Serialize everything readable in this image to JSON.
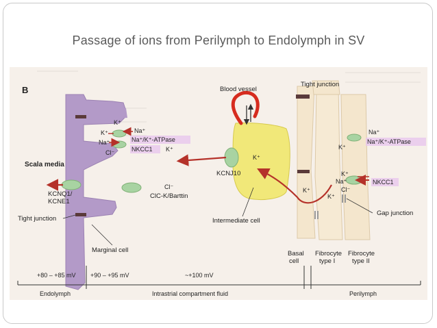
{
  "slide": {
    "title": "Passage of ions from Perilymph to Endolymph in SV"
  },
  "figure": {
    "panel_letter": "B",
    "labels": {
      "scala_media": "Scala media",
      "blood_vessel": "Blood vessel",
      "tight_junction_top": "Tight junction",
      "tight_junction_left": "Tight junction",
      "kcnq1_kcne1": [
        "KCNQ1/",
        "KCNE1"
      ],
      "kcnj10": "KCNJ10",
      "clc_barttin": "ClC-K/Barttin",
      "marginal_cell": "Marginal cell",
      "intermediate_cell": "Intermediate cell",
      "basal_cell": [
        "Basal",
        "cell"
      ],
      "fibrocyte_type1": [
        "Fibrocyte",
        "type I"
      ],
      "fibrocyte_type2": [
        "Fibrocyte",
        "type II"
      ],
      "gap_junction": "Gap junction"
    },
    "marginal_ions": {
      "k_top": "K⁺",
      "na": "Na⁺",
      "k_left": "K⁺",
      "na_k_atpase": "Na⁺/K⁺-ATPase",
      "na_left": "Na⁺",
      "nkcc1": "NKCC1",
      "k_right": "K⁺",
      "cl_left": "Cl⁻",
      "cl_right": "Cl⁻"
    },
    "intermediate_ions": {
      "k_inside": "K⁺",
      "k_basal": "K⁺",
      "k_fibro": "K⁺"
    },
    "fibrocyte_ions": {
      "na": "Na⁺",
      "na_k_atpase": "Na⁺/K⁺-ATPase",
      "k_upper": "K⁺",
      "k_lower": "K⁺",
      "na_lower": "Na⁺",
      "nkcc1": "NKCC1",
      "cl": "Cl⁻"
    },
    "potentials": {
      "endolymph": "+80 – +85 mV",
      "marginal": "+90 – +95 mV",
      "intrastrial": "~+100 mV"
    },
    "compartments": {
      "endolymph": "Endolymph",
      "intrastrial": "Intrastrial compartment fluid",
      "perilymph": "Perilymph"
    }
  },
  "colors": {
    "marginal_cell": "#b39ac8",
    "intermediate_cell": "#f1e879",
    "fibrocytes": "#f4e6cd",
    "transporter": "#a8d3a2",
    "arrow": "#b5322a",
    "blood_vessel": "#d62c1f",
    "highlight": "#e8c7ee"
  }
}
